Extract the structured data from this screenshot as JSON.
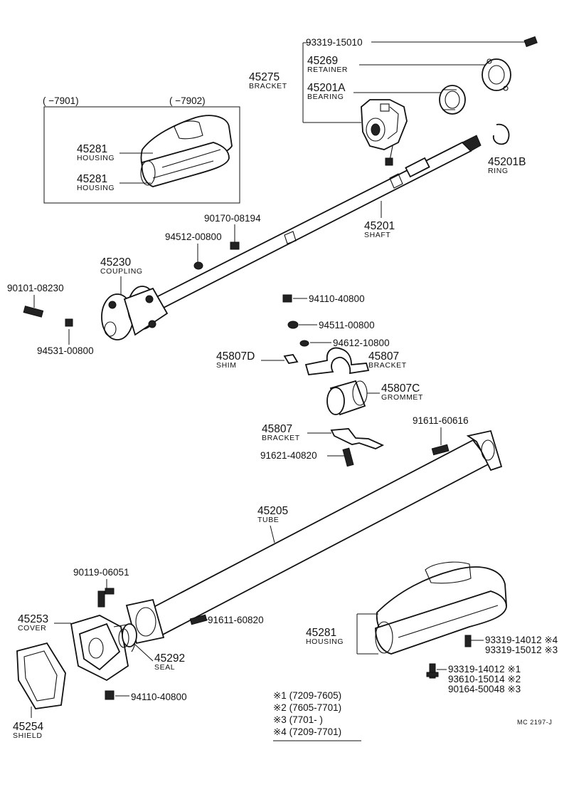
{
  "parts": {
    "bolt_top": "93319-15010",
    "retainer_no": "45269",
    "retainer_name": "RETAINER",
    "bracket_top_no": "45275",
    "bracket_top_name": "BRACKET",
    "bearing_no": "45201A",
    "bearing_name": "BEARING",
    "ring_no": "45201B",
    "ring_name": "RING",
    "shaft_no": "45201",
    "shaft_name": "SHAFT",
    "housing_a_no": "45281",
    "housing_a_name": "HOUSING",
    "housing_b_no": "45281",
    "housing_b_name": "HOUSING",
    "range_a": "(     −7901)",
    "range_b": "(     −7902)",
    "nut_90170": "90170-08194",
    "washer_94512": "94512-00800",
    "coupling_no": "45230",
    "coupling_name": "COUPLING",
    "bolt_90101": "90101-08230",
    "washer_94531": "94531-00800",
    "nut_94110_top": "94110-40800",
    "washer_94511": "94511-00800",
    "washer_94612": "94612-10800",
    "shim_no": "45807D",
    "shim_name": "SHIM",
    "bracket_mid_no": "45807",
    "bracket_mid_name": "BRACKET",
    "grommet_no": "45807C",
    "grommet_name": "GROMMET",
    "bracket_low_no": "45807",
    "bracket_low_name": "BRACKET",
    "bolt_91611_top": "91611-60616",
    "bolt_91621": "91621-40820",
    "tube_no": "45205",
    "tube_name": "TUBE",
    "bolt_90119": "90119-06051",
    "cover_no": "45253",
    "cover_name": "COVER",
    "bolt_91611_mid": "91611-60820",
    "seal_no": "45292",
    "seal_name": "SEAL",
    "nut_94110_bot": "94110-40800",
    "shield_no": "45254",
    "shield_name": "SHIELD",
    "housing_c_no": "45281",
    "housing_c_name": "HOUSING",
    "screw_a1": "93319-14012 ※4",
    "screw_a2": "93319-15012 ※3",
    "screw_b1": "93319-14012 ※1",
    "screw_b2": "93610-15014 ※2",
    "screw_b3": "90164-50048 ※3"
  },
  "legend": [
    "※1  (7209-7605)",
    "※2  (7605-7701)",
    "※3  (7701-       )",
    "※4  (7209-7701)"
  ],
  "footer_code": "MC  2197-J"
}
